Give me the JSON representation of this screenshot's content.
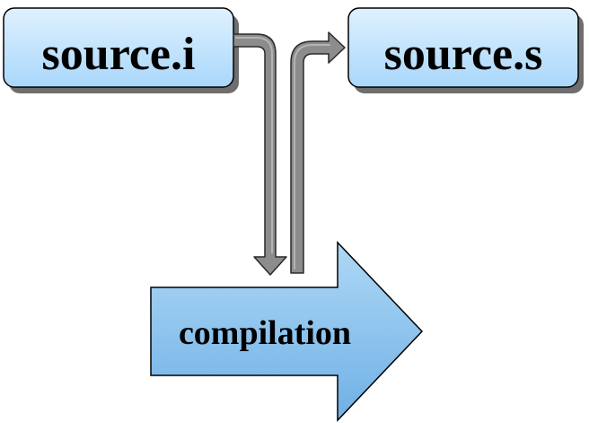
{
  "input_file": {
    "label": "source.i"
  },
  "output_file": {
    "label": "source.s"
  },
  "process": {
    "label": "compilation"
  },
  "colors": {
    "box_fill_top": "#dff1ff",
    "box_fill_bottom": "#a9d7fb",
    "box_stroke": "#000000",
    "shadow": "#6e6e6e",
    "pipe_fill": "#8c8c8c",
    "pipe_highlight": "#b4b4b4",
    "process_fill_top": "#aed8f5",
    "process_fill_bottom": "#6fb0e6"
  }
}
